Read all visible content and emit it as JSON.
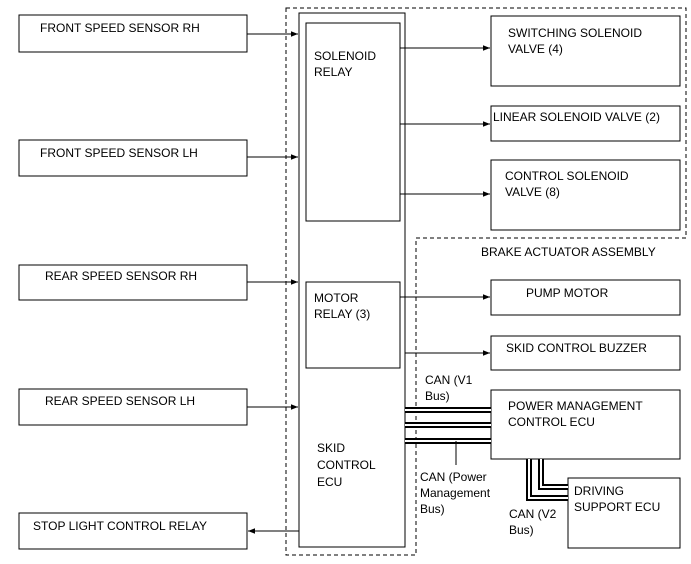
{
  "inputs": {
    "front_rh": "FRONT SPEED SENSOR RH",
    "front_lh": "FRONT SPEED SENSOR LH",
    "rear_rh": "REAR SPEED SENSOR RH",
    "rear_lh": "REAR SPEED SENSOR LH",
    "stop_light": "STOP LIGHT CONTROL RELAY"
  },
  "ecu": {
    "solenoid_relay": [
      "SOLENOID",
      "RELAY"
    ],
    "motor_relay": [
      "MOTOR",
      "RELAY (3)"
    ],
    "skid_ecu": [
      "SKID",
      "CONTROL",
      "ECU"
    ]
  },
  "outputs": {
    "switching_valve": [
      "SWITCHING SOLENOID",
      "VALVE (4)"
    ],
    "linear_valve": "LINEAR SOLENOID VALVE (2)",
    "control_valve": [
      "CONTROL SOLENOID",
      "VALVE (8)"
    ],
    "pump_motor": "PUMP MOTOR",
    "buzzer": "SKID CONTROL BUZZER",
    "power_mgmt_ecu": [
      "POWER MANAGEMENT",
      "CONTROL ECU"
    ],
    "driving_support_ecu": [
      "DRIVING",
      "SUPPORT ECU"
    ]
  },
  "assembly_label": "BRAKE ACTUATOR ASSEMBLY",
  "buses": {
    "v1": [
      "CAN (V1",
      "Bus)"
    ],
    "power_mgmt": [
      "CAN (Power",
      "Management",
      "Bus)"
    ],
    "v2": [
      "CAN (V2",
      "Bus)"
    ]
  }
}
